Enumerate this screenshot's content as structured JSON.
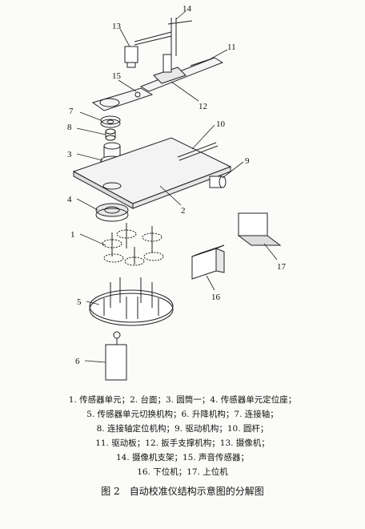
{
  "part_numbers": [
    "1",
    "2",
    "3",
    "4",
    "5",
    "6",
    "7",
    "8",
    "9",
    "10",
    "11",
    "12",
    "13",
    "14",
    "15",
    "16",
    "17"
  ],
  "legend_lines": [
    "1. 传感器单元；2. 台面；3. 圆筒一；4. 传感器单元定位座；",
    "5. 传感器单元切换机构；6. 升降机构；7. 连接轴；",
    "8. 连接轴定位机构；9. 驱动机构；10. 圆杆；",
    "11. 驱动板；12. 扳手支撑机构；13. 摄像机；",
    "14. 摄像机支架；15. 声音传感器；",
    "16. 下位机；17. 上位机"
  ],
  "figure_title": "图 2　自动校准仪结构示意图的分解图"
}
